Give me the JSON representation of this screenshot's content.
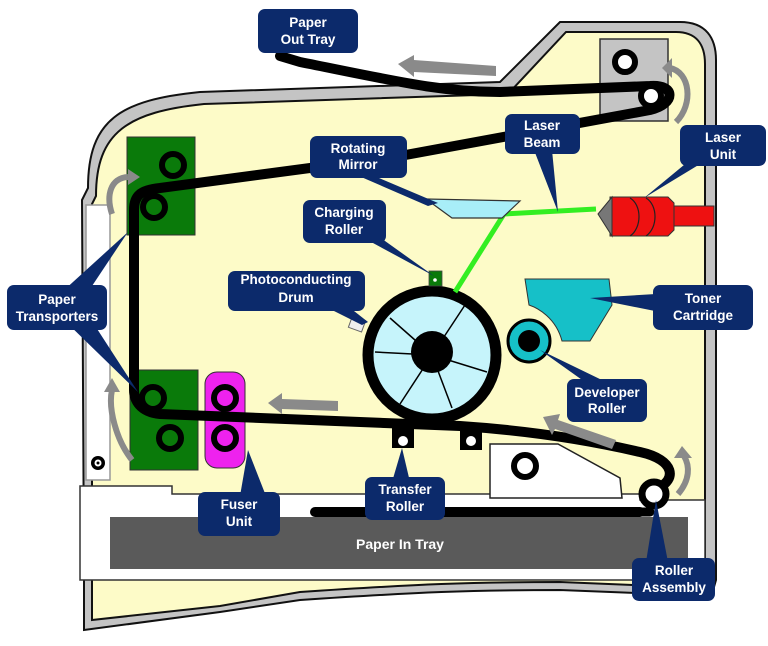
{
  "title": "Laser Printer Internal Components",
  "colors": {
    "callout_bg": "#0c2a6b",
    "callout_text": "#ffffff",
    "body_fill": "#fdfbc8",
    "casing_gray": "#c4c4c4",
    "paper_path": "#000000",
    "laser_beam": "#33ee22",
    "laser_unit": "#ee1111",
    "toner": "#16c0c8",
    "drum": "#c6f4fb",
    "transporter": "#0a7a0a",
    "fuser": "#ee22ee",
    "tray": "#5a5a5a",
    "arrow": "#8a8a8a",
    "mirror": "#a8eef8"
  },
  "labels": {
    "paper_out_tray": [
      "Paper",
      "Out Tray"
    ],
    "rotating_mirror": [
      "Rotating",
      "Mirror"
    ],
    "laser_beam": [
      "Laser",
      "Beam"
    ],
    "laser_unit": [
      "Laser",
      "Unit"
    ],
    "charging_roller": [
      "Charging",
      "Roller"
    ],
    "photoconducting_drum": [
      "Photoconducting",
      "Drum"
    ],
    "paper_transporters": [
      "Paper",
      "Transporters"
    ],
    "toner_cartridge": [
      "Toner",
      "Cartridge"
    ],
    "developer_roller": [
      "Developer",
      "Roller"
    ],
    "fuser_unit": [
      "Fuser",
      "Unit"
    ],
    "transfer_roller": [
      "Transfer",
      "Roller"
    ],
    "roller_assembly": [
      "Roller",
      "Assembly"
    ],
    "paper_in_tray": "Paper In Tray"
  }
}
